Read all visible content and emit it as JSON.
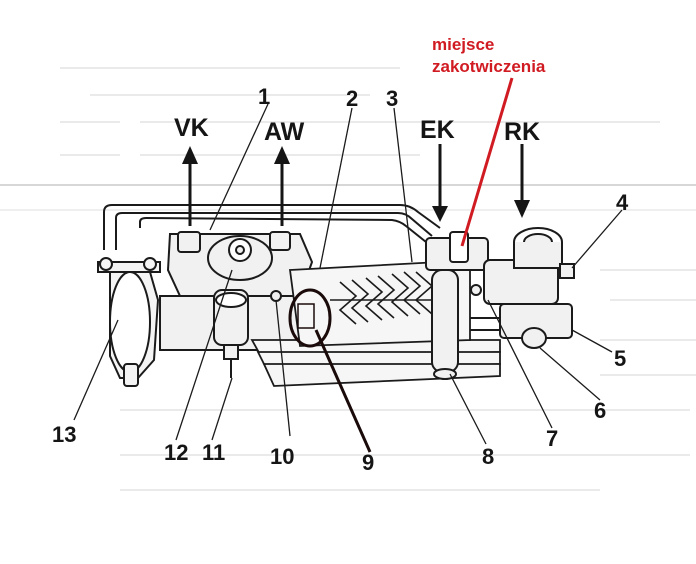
{
  "diagram": {
    "annotation": {
      "line1": "miejsce",
      "line2": "zakotwiczenia",
      "color": "#d11b22"
    },
    "flow_labels": {
      "vk": "VK",
      "aw": "AW",
      "ek": "EK",
      "rk": "RK"
    },
    "part_numbers": {
      "n1": "1",
      "n2": "2",
      "n3": "3",
      "n4": "4",
      "n5": "5",
      "n6": "6",
      "n7": "7",
      "n8": "8",
      "n9": "9",
      "n10": "10",
      "n11": "11",
      "n12": "12",
      "n13": "13"
    },
    "highlight_color": "#1a0a0a"
  }
}
